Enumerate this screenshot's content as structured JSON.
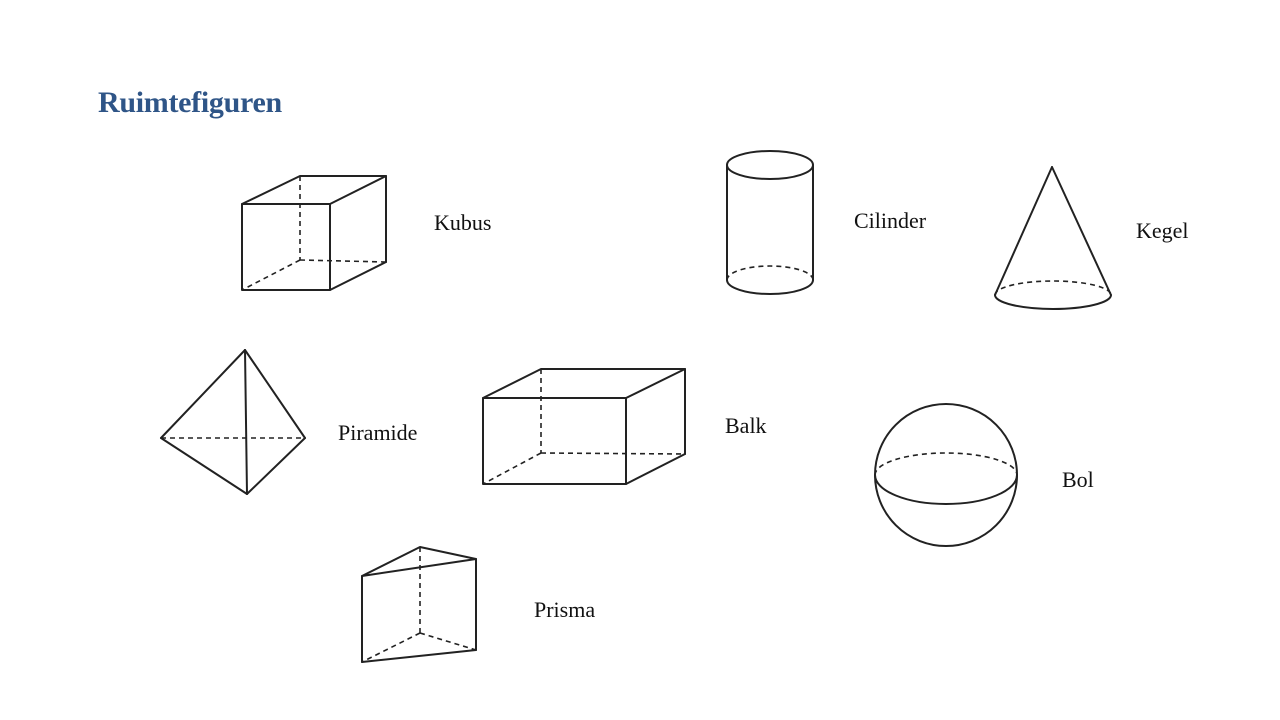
{
  "title": "Ruimtefiguren",
  "shapes": {
    "kubus": "Kubus",
    "cilinder": "Cilinder",
    "kegel": "Kegel",
    "piramide": "Piramide",
    "balk": "Balk",
    "bol": "Bol",
    "prisma": "Prisma"
  }
}
